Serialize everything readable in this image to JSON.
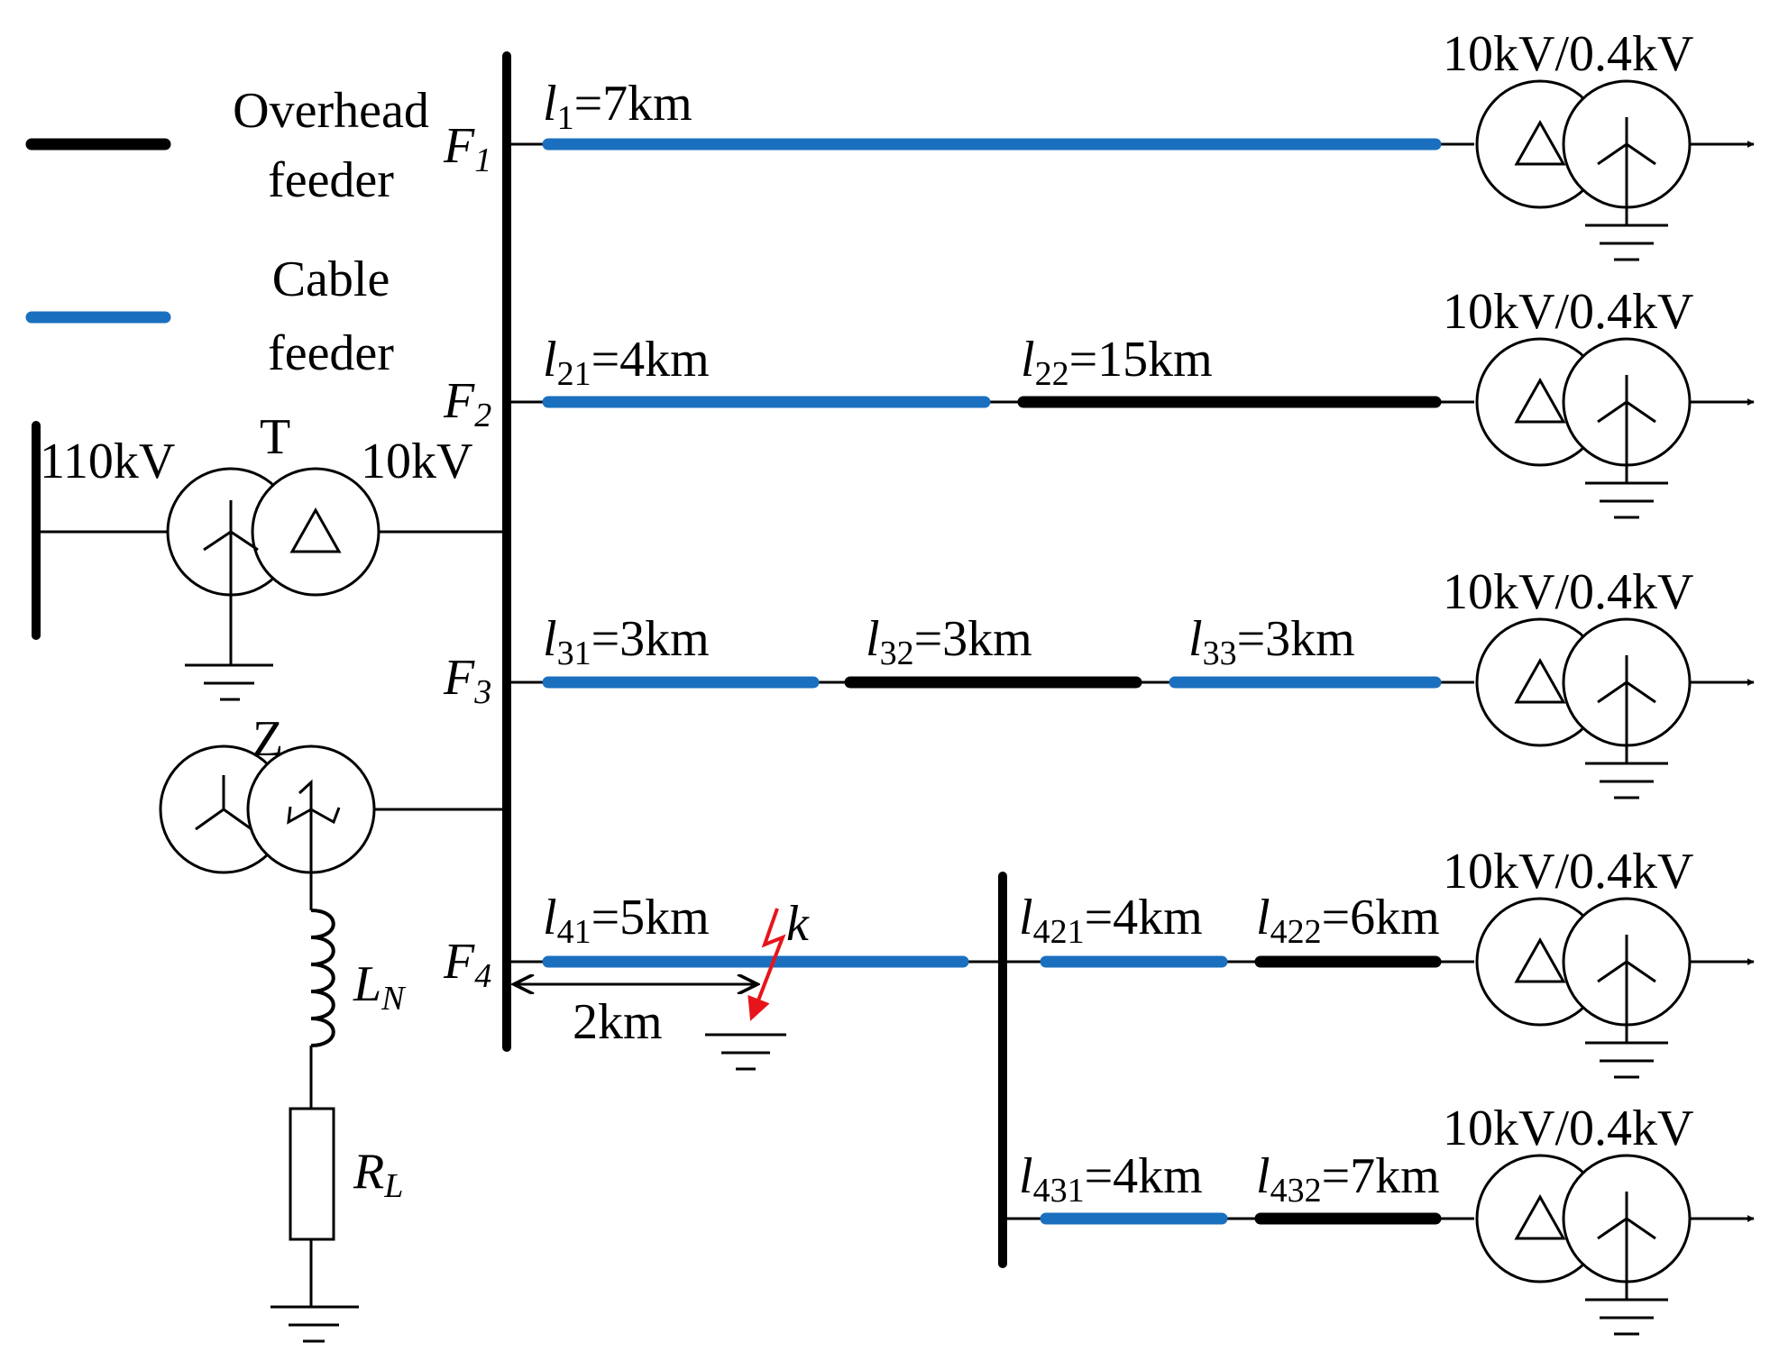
{
  "legend": [
    {
      "line1": "Overhead",
      "line2": "feeder"
    },
    {
      "line1": "Cable",
      "line2": "feeder"
    }
  ],
  "colors": {
    "overhead": "#000000",
    "cable": "#1a6fbf",
    "fault": "#e8141b"
  },
  "source": {
    "hv": "110kV",
    "transformer": "T",
    "lv": "10kV",
    "grounding_tf": "Z",
    "inductor": "L",
    "inductor_sub": "N",
    "resistor": "R",
    "resistor_sub": "L"
  },
  "feeders": [
    {
      "name": "F",
      "sub": "1"
    },
    {
      "name": "F",
      "sub": "2"
    },
    {
      "name": "F",
      "sub": "3"
    },
    {
      "name": "F",
      "sub": "4"
    }
  ],
  "segments": [
    {
      "sym": "l",
      "sub": "1",
      "value": "=7km",
      "type": "cable"
    },
    {
      "sym": "l",
      "sub": "21",
      "value": "=4km",
      "type": "cable"
    },
    {
      "sym": "l",
      "sub": "22",
      "value": "=15km",
      "type": "overhead"
    },
    {
      "sym": "l",
      "sub": "31",
      "value": "=3km",
      "type": "cable"
    },
    {
      "sym": "l",
      "sub": "32",
      "value": "=3km",
      "type": "overhead"
    },
    {
      "sym": "l",
      "sub": "33",
      "value": "=3km",
      "type": "cable"
    },
    {
      "sym": "l",
      "sub": "41",
      "value": "=5km",
      "type": "cable"
    },
    {
      "sym": "l",
      "sub": "421",
      "value": "=4km",
      "type": "cable"
    },
    {
      "sym": "l",
      "sub": "422",
      "value": "=6km",
      "type": "overhead"
    },
    {
      "sym": "l",
      "sub": "431",
      "value": "=4km",
      "type": "cable"
    },
    {
      "sym": "l",
      "sub": "432",
      "value": "=7km",
      "type": "overhead"
    }
  ],
  "fault": {
    "label": "k",
    "distance": "2km"
  },
  "load_tf_label": "10kV/0.4kV"
}
